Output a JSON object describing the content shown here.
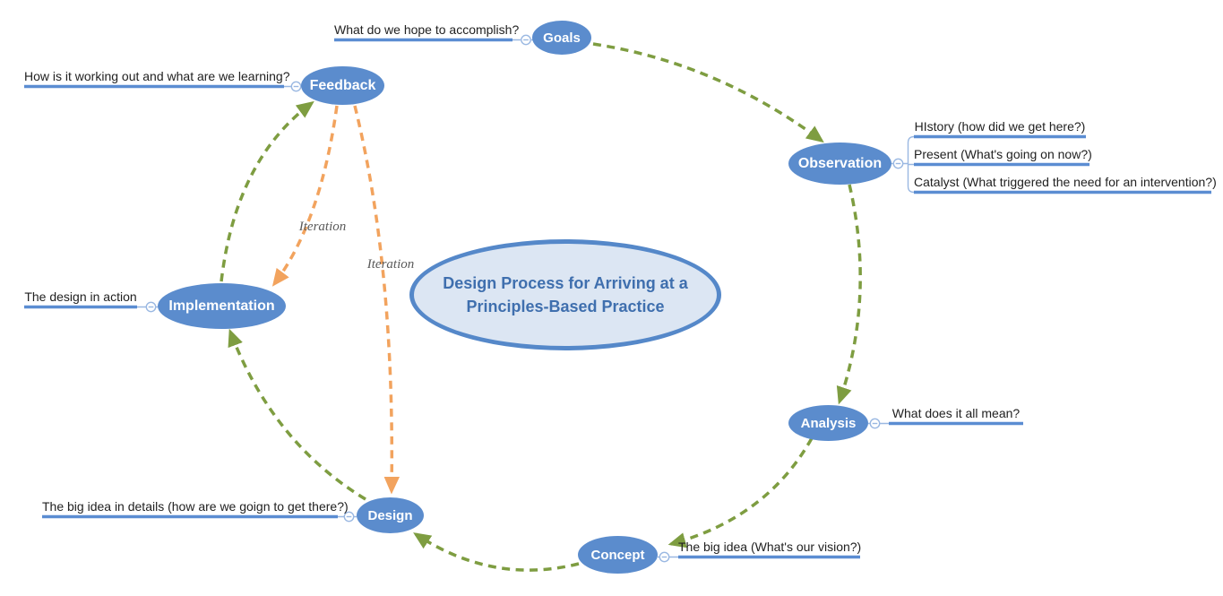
{
  "center": {
    "title": "Design Process for Arriving at a Principles-Based Practice"
  },
  "nodes": {
    "goals": {
      "label": "Goals",
      "note": "What do we hope to accomplish?"
    },
    "feedback": {
      "label": "Feedback",
      "note": "How is it working out and what are we learning?"
    },
    "observation": {
      "label": "Observation",
      "children": [
        "HIstory (how did we get here?)",
        "Present (What's going on now?)",
        "Catalyst (What triggered the need for an intervention?)"
      ]
    },
    "implementation": {
      "label": "Implementation",
      "note": "The design in action"
    },
    "analysis": {
      "label": "Analysis",
      "note": "What does it all mean?"
    },
    "design": {
      "label": "Design",
      "note": "The big idea in details (how are we goign to get there?)"
    },
    "concept": {
      "label": "Concept",
      "note": "The big idea (What's our vision?)"
    }
  },
  "edges": {
    "iteration_label": "Iteration",
    "cycle": [
      "Goals → Observation",
      "Observation → Analysis",
      "Analysis → Concept",
      "Concept → Design",
      "Design → Implementation",
      "Implementation → Feedback"
    ],
    "iterations": [
      "Feedback → Implementation",
      "Feedback → Design"
    ]
  },
  "colors": {
    "node_fill": "#5b8ccd",
    "node_text": "#ffffff",
    "center_fill": "#dce6f3",
    "center_border": "#5588c9",
    "center_text": "#3f6fae",
    "branch_line": "#5b8dd2",
    "connector": "#9ab8e2",
    "cycle_arrow": "#7e9d41",
    "iteration_arrow": "#f2a35e",
    "iteration_text": "#595959"
  }
}
